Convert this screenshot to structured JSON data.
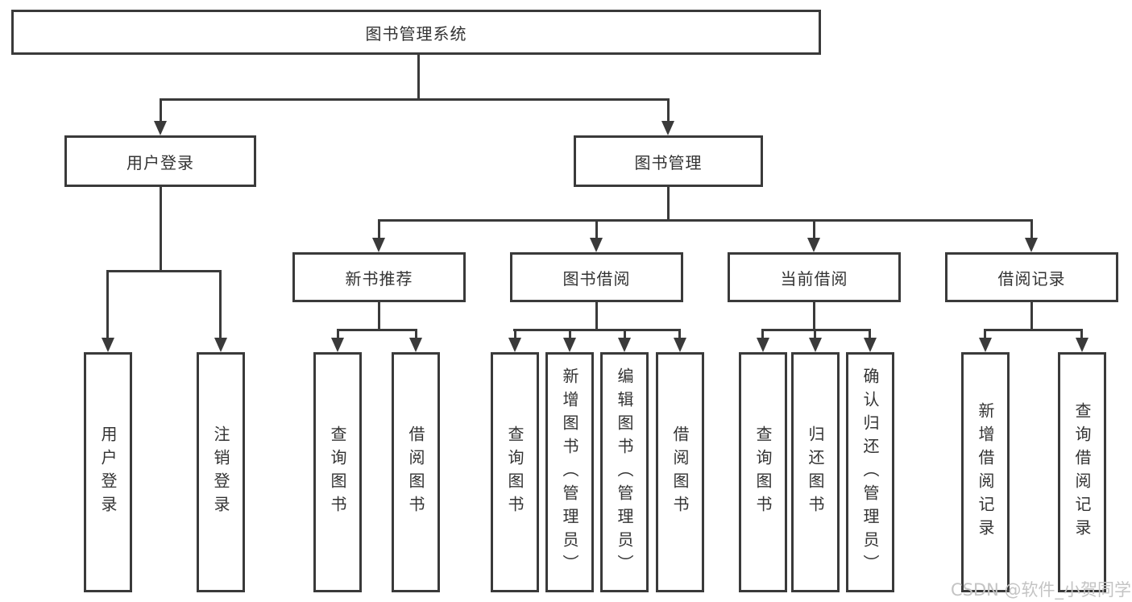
{
  "diagram": {
    "tree": {
      "label": "图书管理系统",
      "children": [
        {
          "label": "用户登录",
          "children": [
            {
              "label": "用户登录"
            },
            {
              "label": "注销登录"
            }
          ]
        },
        {
          "label": "图书管理",
          "children": [
            {
              "label": "新书推荐",
              "children": [
                {
                  "label": "查询图书"
                },
                {
                  "label": "借阅图书"
                }
              ]
            },
            {
              "label": "图书借阅",
              "children": [
                {
                  "label": "查询图书"
                },
                {
                  "label": "新增图书（管理员）"
                },
                {
                  "label": "编辑图书（管理员）"
                },
                {
                  "label": "借阅图书"
                }
              ]
            },
            {
              "label": "当前借阅",
              "children": [
                {
                  "label": "查询图书"
                },
                {
                  "label": "归还图书"
                },
                {
                  "label": "确认归还（管理员）"
                }
              ]
            },
            {
              "label": "借阅记录",
              "children": [
                {
                  "label": "新增借阅记录"
                },
                {
                  "label": "查询借阅记录"
                }
              ]
            }
          ]
        }
      ]
    },
    "watermark": "CSDN @软件_小贺同学",
    "colors": {
      "line": "#3a3a3a",
      "text": "#333333",
      "background": "#ffffff",
      "watermark": "#c4c4c4"
    }
  }
}
